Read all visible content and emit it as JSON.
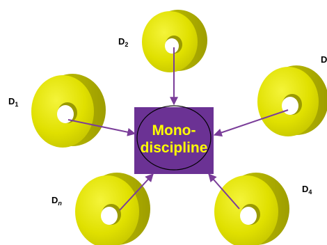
{
  "center": {
    "line1": "Mono-",
    "line2": "discipline",
    "box_color": "#6b3294",
    "text_color": "#ffff00"
  },
  "disciplines": [
    {
      "id": "d1",
      "base": "D",
      "sub": "1",
      "italic_sub": false
    },
    {
      "id": "d2",
      "base": "D",
      "sub": "2",
      "italic_sub": false
    },
    {
      "id": "d3",
      "base": "D",
      "sub": "",
      "italic_sub": false
    },
    {
      "id": "d4",
      "base": "D",
      "sub": "4",
      "italic_sub": false
    },
    {
      "id": "dn",
      "base": "D",
      "sub": "n",
      "italic_sub": true
    }
  ],
  "colors": {
    "torus_face": "#e2e200",
    "torus_side": "#b6b600",
    "torus_hole": "#ffffff",
    "arrow": "#7a3d99"
  }
}
